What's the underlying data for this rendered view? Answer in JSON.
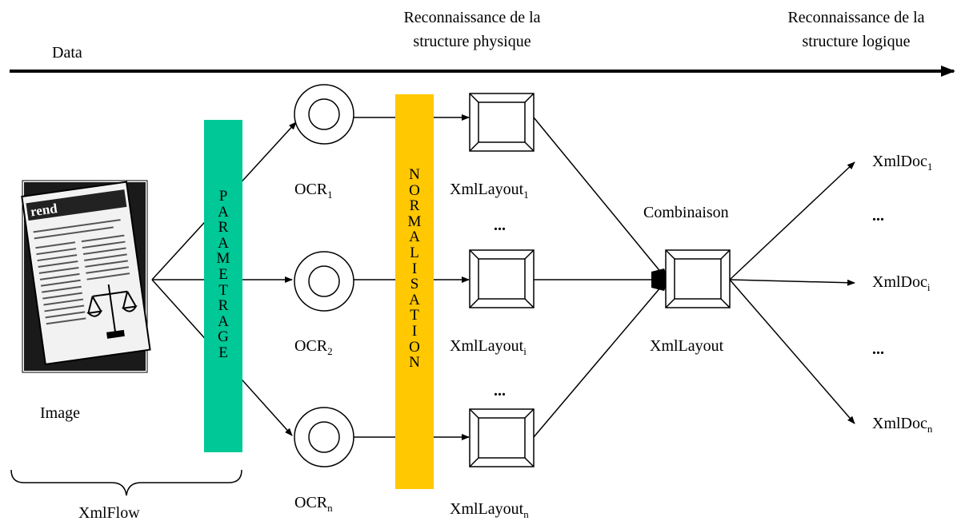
{
  "header": {
    "data_label": "Data",
    "physical_line1": "Reconnaissance de la",
    "physical_line2": "structure physique",
    "logical_line1": "Reconnaissance de la",
    "logical_line2": "structure logique"
  },
  "input": {
    "image_label": "Image",
    "flow_label": "XmlFlow",
    "thumbnail_text": "rend"
  },
  "parametrage": {
    "letters": [
      "P",
      "A",
      "R",
      "A",
      "M",
      "E",
      "T",
      "R",
      "A",
      "G",
      "E"
    ],
    "color": "#00c896"
  },
  "normalisation": {
    "letters": [
      "N",
      "O",
      "R",
      "M",
      "A",
      "L",
      "I",
      "S",
      "A",
      "T",
      "I",
      "O",
      "N"
    ],
    "color": "#ffc800"
  },
  "ocr": [
    {
      "base": "OCR",
      "sub": "1"
    },
    {
      "base": "OCR",
      "sub": "2"
    },
    {
      "base": "OCR",
      "sub": "n"
    }
  ],
  "layouts": [
    {
      "base": "XmlLayout",
      "sub": "1"
    },
    {
      "base": "XmlLayout",
      "sub": "i"
    },
    {
      "base": "XmlLayout",
      "sub": "n"
    }
  ],
  "layout_ellipses": [
    "...",
    "..."
  ],
  "combination": {
    "title": "Combinaison",
    "node_label": "XmlLayout"
  },
  "docs": [
    {
      "base": "XmlDoc",
      "sub": "1"
    },
    {
      "base": "XmlDoc",
      "sub": "i"
    },
    {
      "base": "XmlDoc",
      "sub": "n"
    }
  ],
  "doc_ellipses": [
    "...",
    "..."
  ]
}
